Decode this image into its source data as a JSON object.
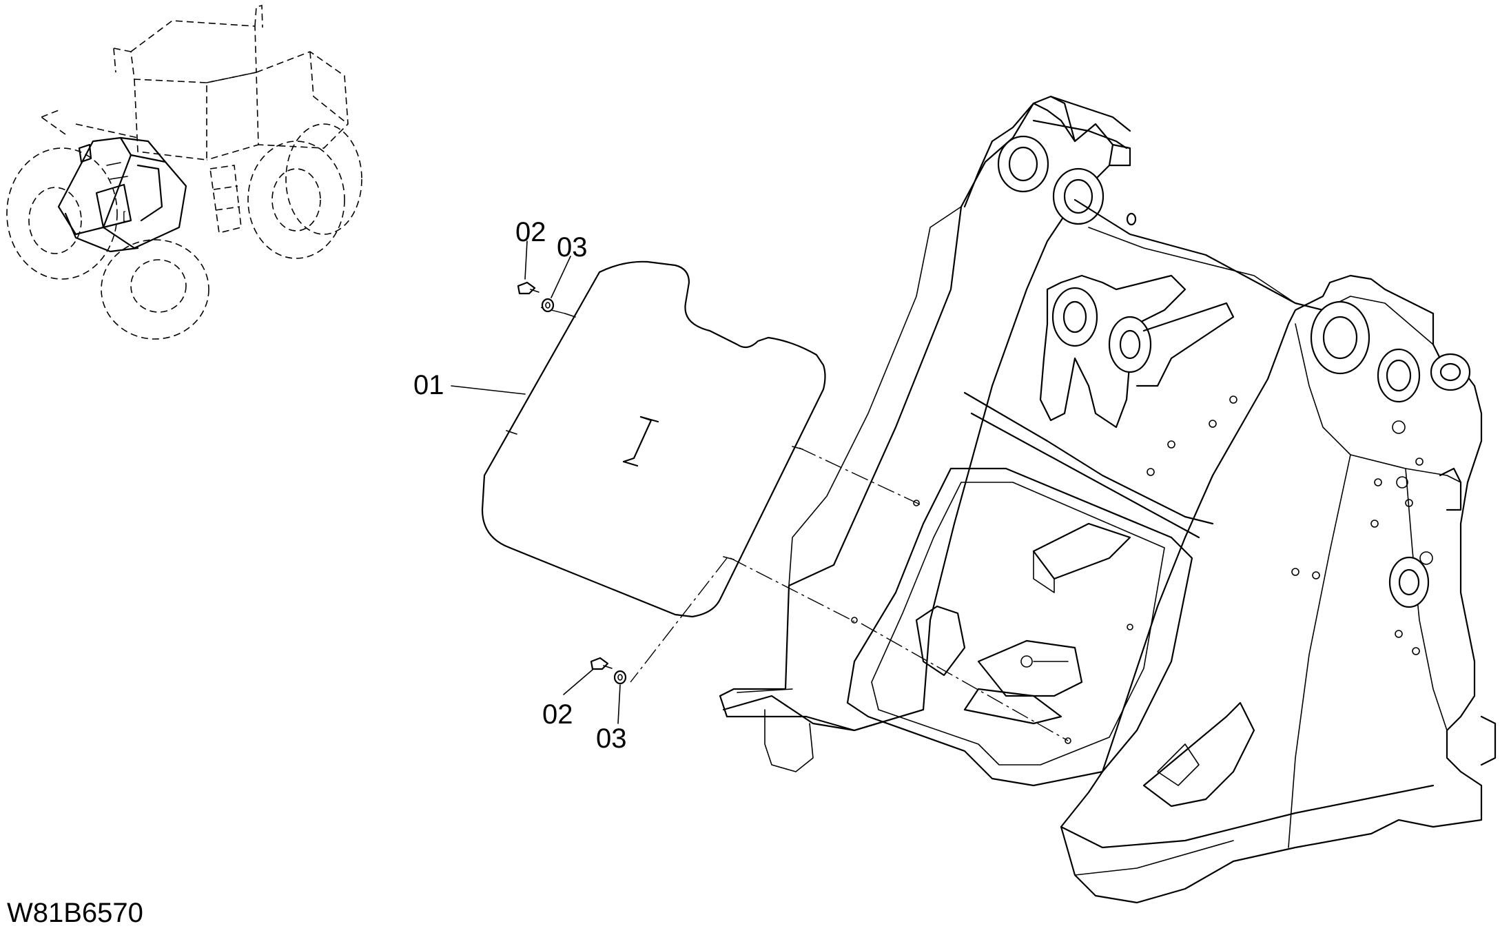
{
  "drawing_number": "W81B6570",
  "callouts": {
    "cover": "01",
    "bolt_top": "02",
    "washer_top": "03",
    "bolt_bottom": "02",
    "washer_bottom": "03"
  }
}
